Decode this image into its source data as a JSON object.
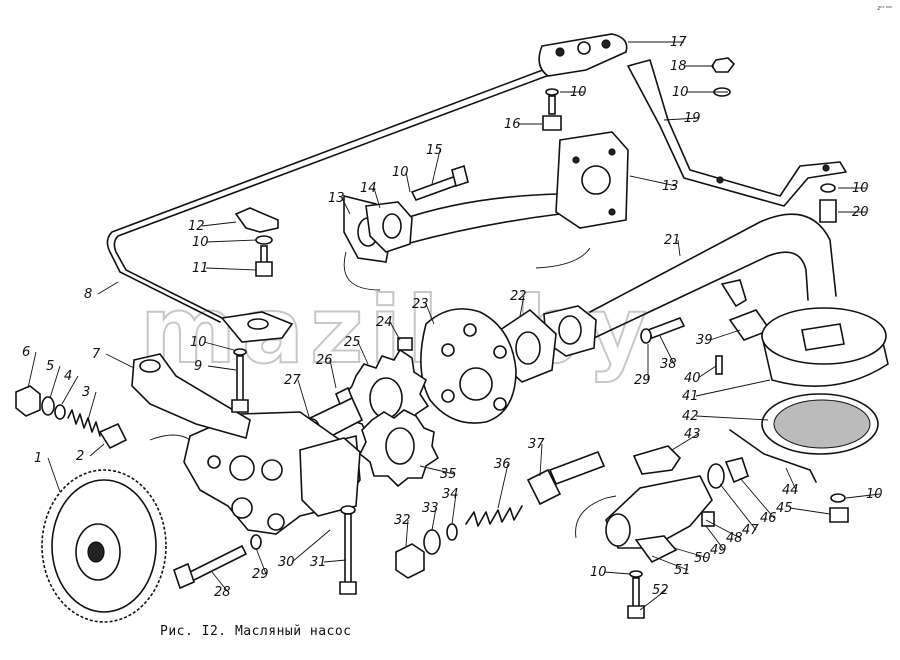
{
  "caption": "Рис. I2. Масляный насос",
  "corner_mark": "2ᵇ⁵ ⁰⁰⁰",
  "watermark": "mazik.by",
  "callouts": [
    "1",
    "2",
    "3",
    "4",
    "5",
    "6",
    "7",
    "8",
    "9",
    "10",
    "11",
    "12",
    "13",
    "14",
    "15",
    "16",
    "17",
    "18",
    "19",
    "20",
    "21",
    "22",
    "23",
    "24",
    "25",
    "26",
    "27",
    "28",
    "29",
    "30",
    "31",
    "32",
    "33",
    "34",
    "35",
    "36",
    "37",
    "38",
    "39",
    "40",
    "41",
    "42",
    "43",
    "44",
    "45",
    "46",
    "47",
    "48",
    "49",
    "50",
    "51",
    "52"
  ]
}
